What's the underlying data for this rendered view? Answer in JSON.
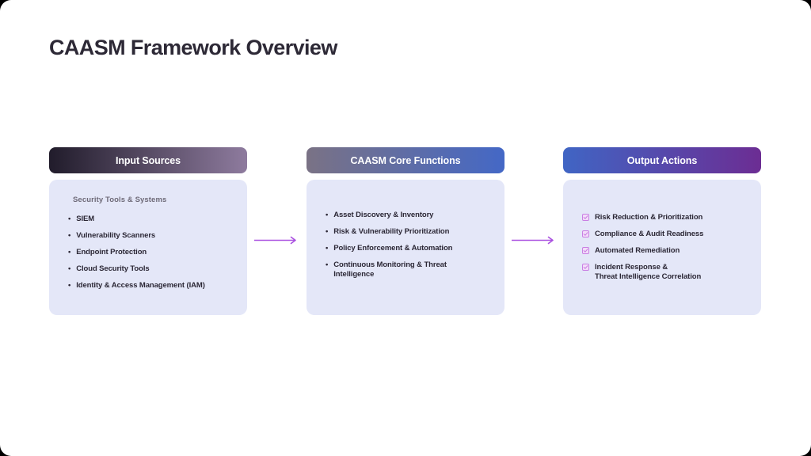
{
  "page": {
    "title": "CAASM Framework Overview"
  },
  "glyphs": {
    "bullet": "•"
  },
  "colors": {
    "canvas_bg": "#ffffff",
    "card_body_bg": "#e4e7f8",
    "header_input_gradient": [
      "#211c2b",
      "#8e7b9e"
    ],
    "header_core_gradient": [
      "#7a7285",
      "#4468c6"
    ],
    "header_output_gradient": [
      "#4065c4",
      "#6c2d93"
    ],
    "arrow": "#a950e0",
    "title_text": "#2d2936",
    "item_text": "#2b2735",
    "subtitle_text": "#6e6a78",
    "checkbox_border": "#c97fe3",
    "checkbox_fill": "#f3ddf9"
  },
  "columns": [
    {
      "header": "Input Sources",
      "subtitle": "Security Tools & Systems",
      "marker": "bullet",
      "items": [
        "SIEM",
        "Vulnerability Scanners",
        "Endpoint Protection",
        "Cloud Security Tools",
        "Identity & Access Management (IAM)"
      ]
    },
    {
      "header": "CAASM Core Functions",
      "marker": "bullet",
      "items": [
        "Asset Discovery & Inventory",
        "Risk & Vulnerability Prioritization",
        "Policy Enforcement & Automation",
        "Continuous Monitoring & Threat Intelligence"
      ]
    },
    {
      "header": "Output Actions",
      "marker": "checkbox",
      "items": [
        "Risk Reduction & Prioritization",
        "Compliance & Audit Readiness",
        "Automated Remediation",
        "Incident Response &\nThreat Intelligence Correlation"
      ]
    }
  ]
}
